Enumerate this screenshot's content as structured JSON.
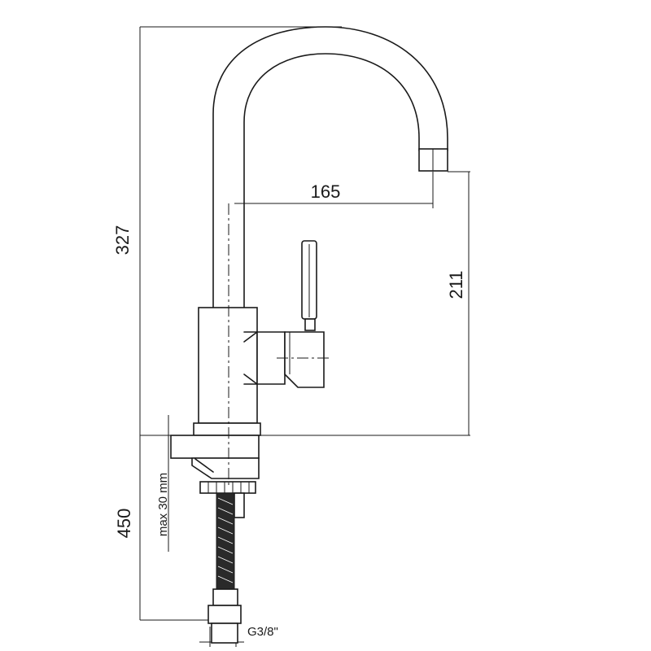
{
  "dimensions": {
    "overall_height": "327",
    "spout_reach": "165",
    "spout_height": "211",
    "below_counter": "450",
    "max_thickness": "max 30 mm",
    "connection": "G3/8\""
  },
  "colors": {
    "line": "#1a1a1a",
    "background": "#ffffff"
  }
}
